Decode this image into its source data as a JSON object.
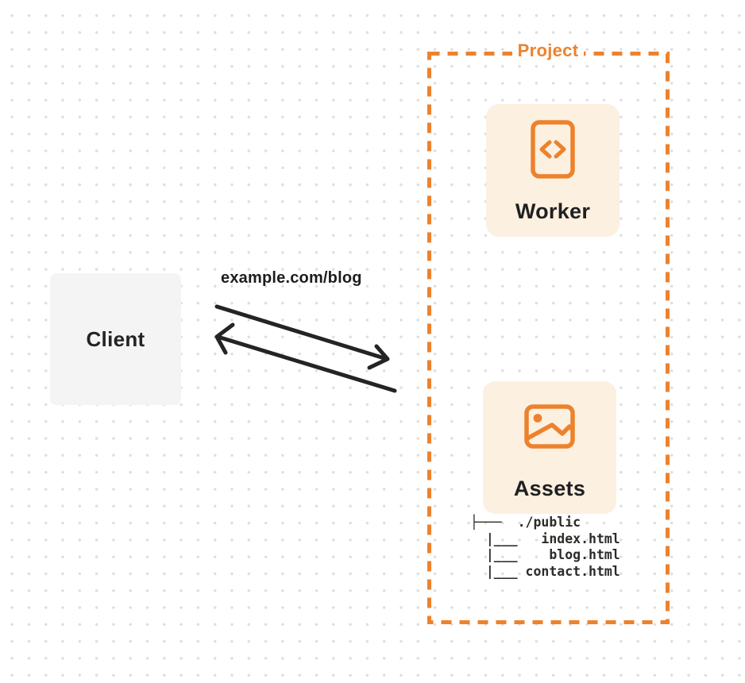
{
  "colors": {
    "accent_orange": "#ed822d",
    "card_background": "#fcf0e1",
    "client_background": "#f4f4f5",
    "ink": "#232323",
    "dot_grid": "#dededf"
  },
  "client": {
    "label": "Client"
  },
  "request": {
    "label": "example.com/blog"
  },
  "project": {
    "label": "Project",
    "worker": {
      "label": "Worker",
      "icon": "code-file-icon"
    },
    "assets": {
      "label": "Assets",
      "icon": "image-icon"
    },
    "file_tree": {
      "lines": [
        "├───  ./public",
        "  |___   index.html",
        "  |___    blog.html",
        "  |___ contact.html"
      ]
    }
  }
}
